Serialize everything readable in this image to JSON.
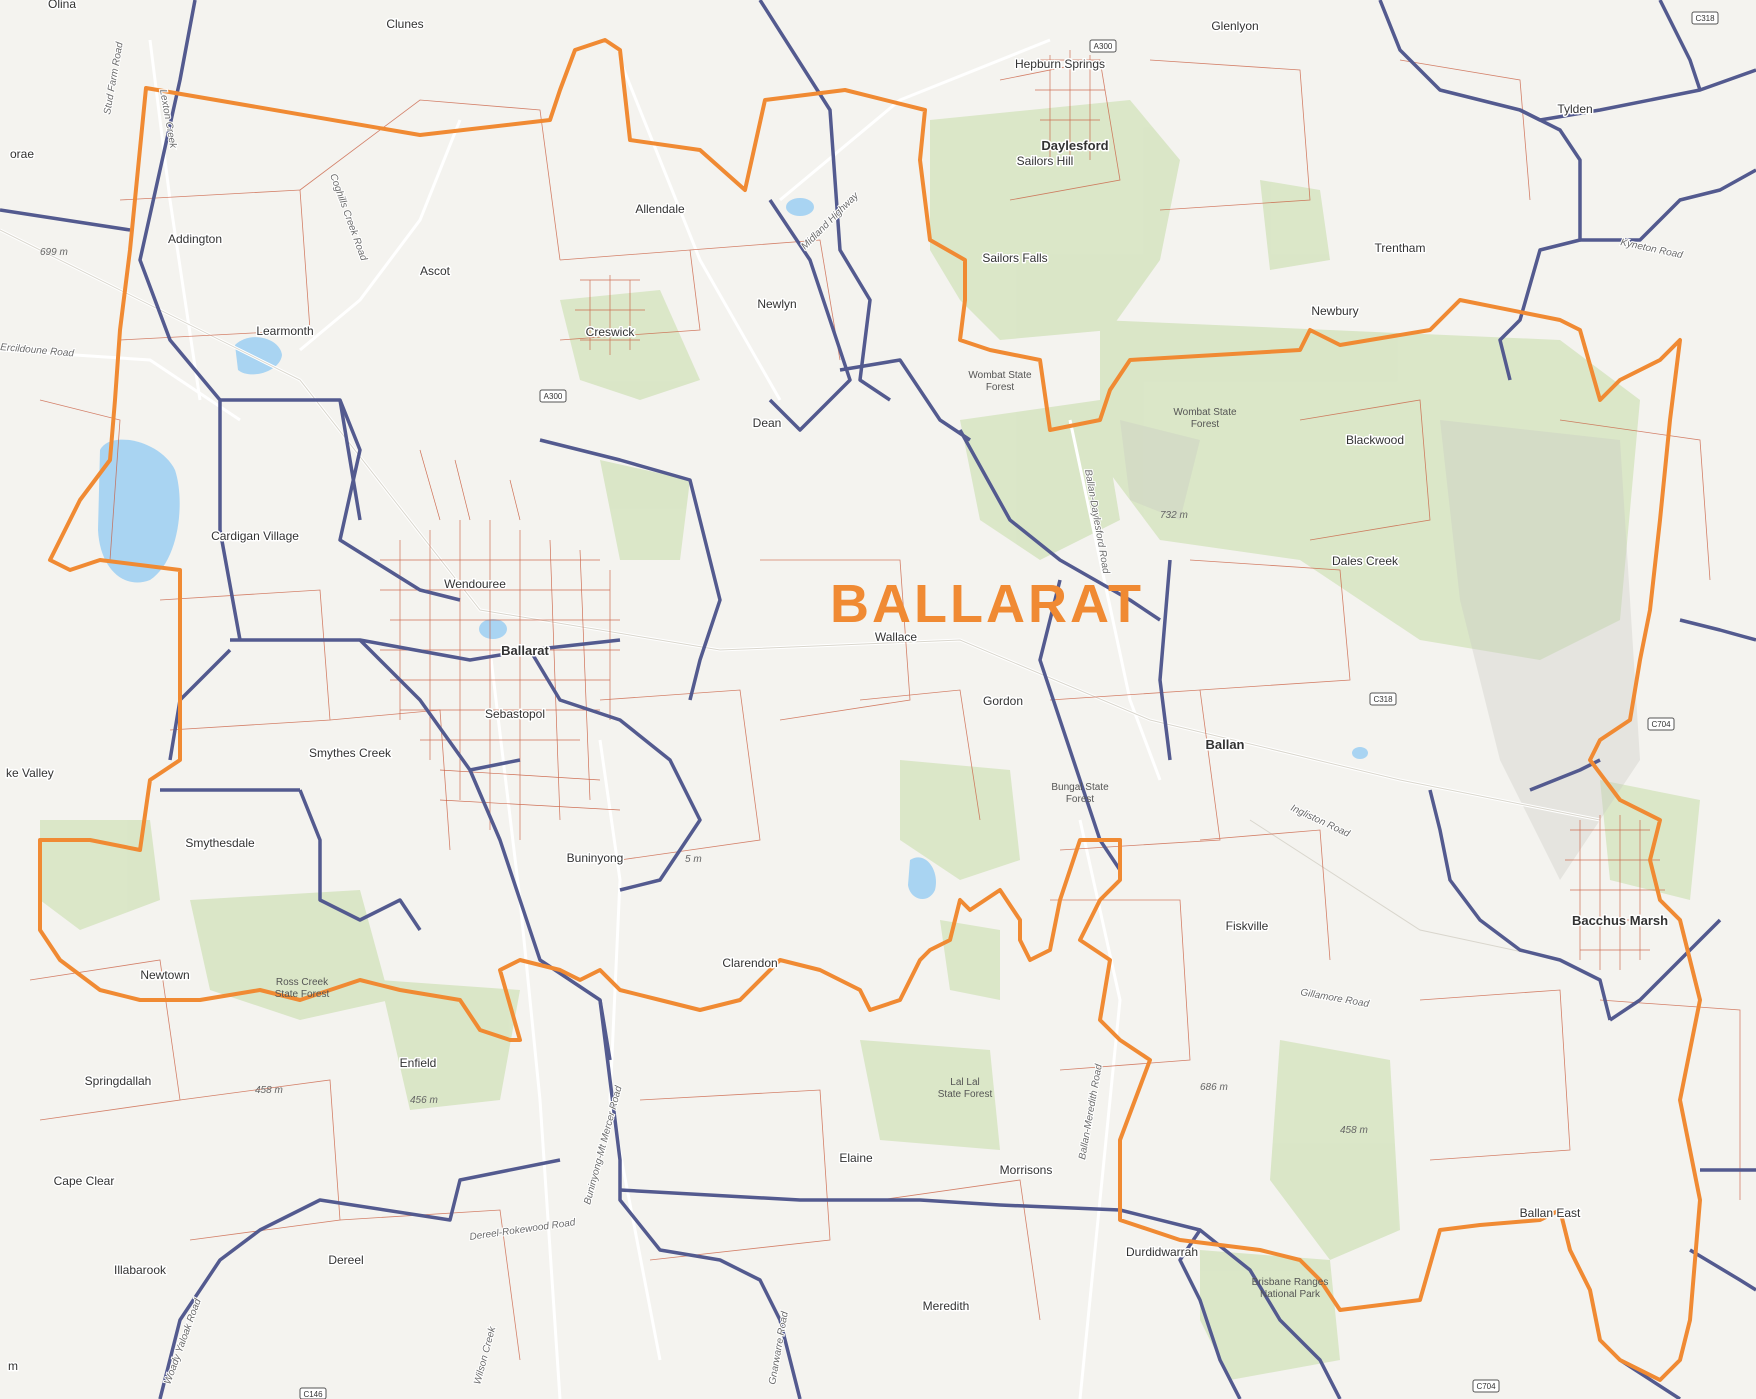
{
  "map": {
    "title": "BALLARAT",
    "colors": {
      "background": "#f4f3ef",
      "forest": "#d6e4c1",
      "water": "#a9d4f2",
      "electorate_boundary": "#f08a33",
      "district_boundary": "#535a8f",
      "mesh_boundary": "#c85a3c",
      "road": "#ffffff"
    },
    "places": [
      {
        "name": "Clunes"
      },
      {
        "name": "Glenlyon"
      },
      {
        "name": "Hepburn Springs"
      },
      {
        "name": "Daylesford"
      },
      {
        "name": "Sailors Hill"
      },
      {
        "name": "Tylden"
      },
      {
        "name": "Addington"
      },
      {
        "name": "Allendale"
      },
      {
        "name": "Ascot"
      },
      {
        "name": "Newlyn"
      },
      {
        "name": "Creswick"
      },
      {
        "name": "Learmonth"
      },
      {
        "name": "Dean"
      },
      {
        "name": "Sailors Falls"
      },
      {
        "name": "Trentham"
      },
      {
        "name": "Newbury"
      },
      {
        "name": "Blackwood"
      },
      {
        "name": "Cardigan Village"
      },
      {
        "name": "Wendouree"
      },
      {
        "name": "Ballarat"
      },
      {
        "name": "Sebastopol"
      },
      {
        "name": "Wallace"
      },
      {
        "name": "Gordon"
      },
      {
        "name": "Ballan"
      },
      {
        "name": "Dales Creek"
      },
      {
        "name": "Smythes Creek"
      },
      {
        "name": "Smythesdale"
      },
      {
        "name": "Buninyong"
      },
      {
        "name": "Clarendon"
      },
      {
        "name": "Fiskville"
      },
      {
        "name": "Bacchus Marsh"
      },
      {
        "name": "Newtown"
      },
      {
        "name": "Enfield"
      },
      {
        "name": "Springdallah"
      },
      {
        "name": "Cape Clear"
      },
      {
        "name": "Illabarook"
      },
      {
        "name": "Dereel"
      },
      {
        "name": "Elaine"
      },
      {
        "name": "Morrisons"
      },
      {
        "name": "Durdidwarrah"
      },
      {
        "name": "Meredith"
      },
      {
        "name": "Ballan East"
      }
    ],
    "roads": [
      {
        "name": "Midland Highway"
      },
      {
        "name": "Coghills Creek Road"
      },
      {
        "name": "Ballan-Daylesford Road"
      },
      {
        "name": "Ingliston Road"
      },
      {
        "name": "Gillamore Road"
      },
      {
        "name": "Ballan-Meredith Road"
      },
      {
        "name": "Buninyong-Mt Mercer Road"
      },
      {
        "name": "Dereel-Rokewood Road"
      },
      {
        "name": "Stud Farm Road"
      },
      {
        "name": "Lexton Creek"
      },
      {
        "name": "Ercildoune Road"
      },
      {
        "name": "Kyneton Road"
      },
      {
        "name": "Woady Yaloak Road"
      },
      {
        "name": "Wilson Creek"
      },
      {
        "name": "Gnarwarre Road"
      }
    ],
    "forests": [
      {
        "name": "Wombat State Forest"
      },
      {
        "name": "Wombat State Forest"
      },
      {
        "name": "Bungal State Forest"
      },
      {
        "name": "Lal Lal State Forest"
      },
      {
        "name": "Ross Creek State Forest"
      },
      {
        "name": "Brisbane Ranges National Park"
      }
    ],
    "elevations": [
      "699 m",
      "732 m",
      "458 m",
      "456 m",
      "686 m",
      "458 m",
      "5 m"
    ],
    "route_shields": [
      "A300",
      "A300",
      "C318",
      "C318",
      "C704",
      "C704",
      "C146"
    ],
    "partial_labels": [
      "Olina",
      "orae",
      "ke Valley",
      "m"
    ]
  }
}
